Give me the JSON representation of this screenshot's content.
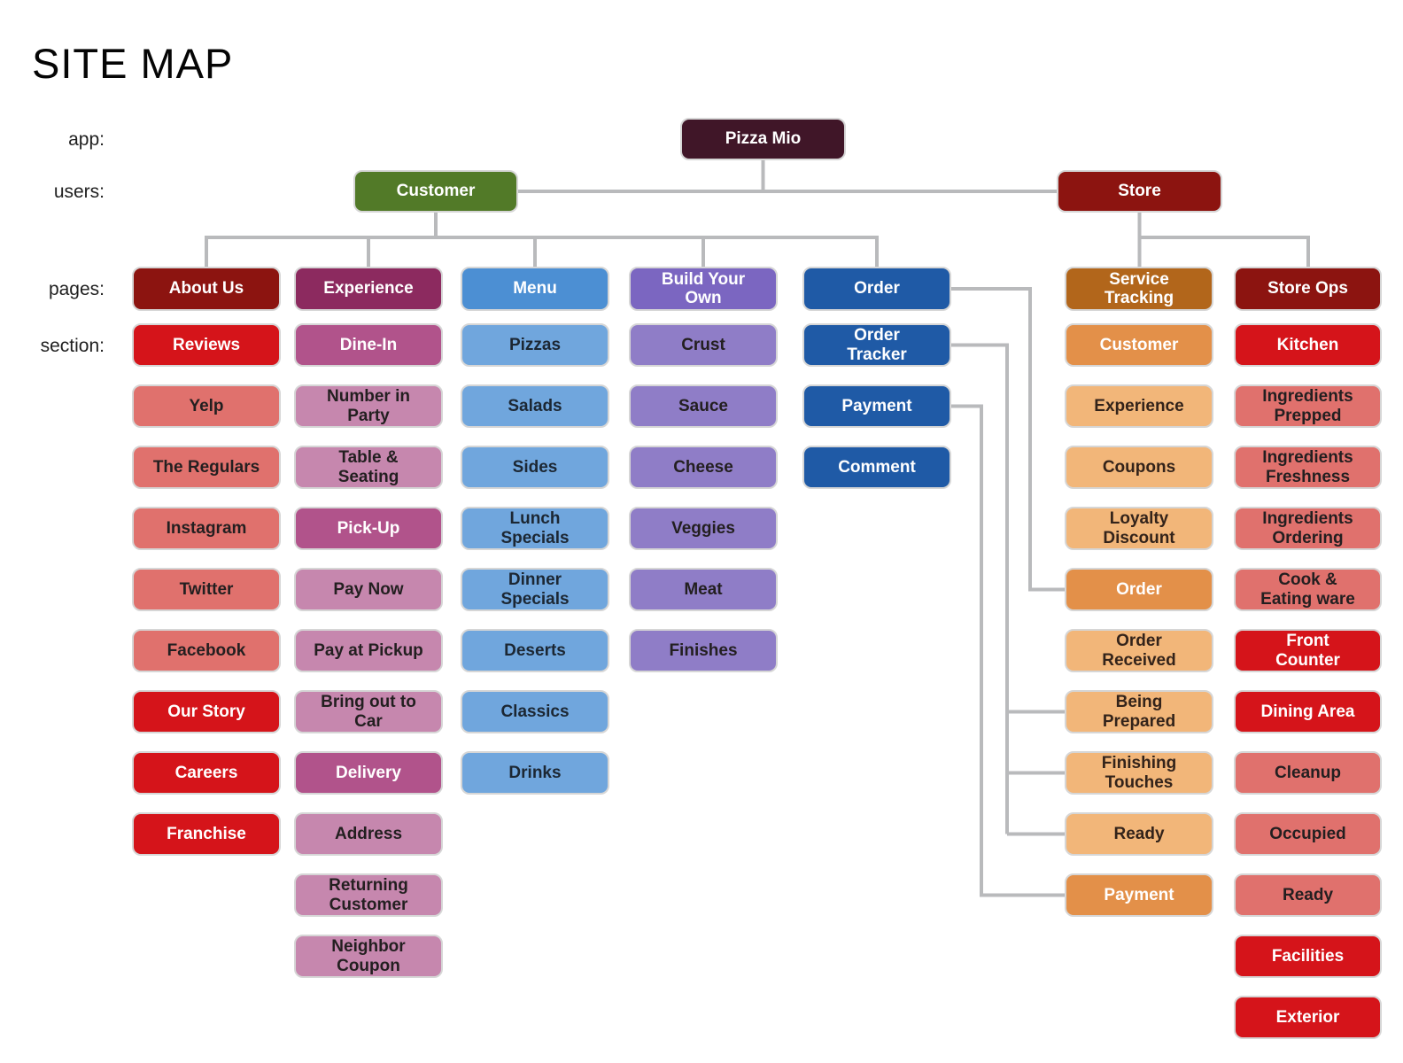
{
  "title": "SITE MAP",
  "rows": [
    {
      "label": "app:"
    },
    {
      "label": "users:"
    },
    {
      "label": "pages:"
    },
    {
      "label": "section:"
    }
  ],
  "app": {
    "label": "Pizza Mio",
    "style": "darkplum"
  },
  "users": [
    {
      "label": "Customer",
      "style": "green"
    },
    {
      "label": "Store",
      "style": "storered"
    }
  ],
  "columns": [
    {
      "page": {
        "label": "About Us",
        "style": "storered"
      },
      "sections": [
        {
          "label": "Reviews",
          "style": "red"
        },
        {
          "label": "Yelp",
          "style": "salmon"
        },
        {
          "label": "The Regulars",
          "style": "salmon"
        },
        {
          "label": "Instagram",
          "style": "salmon"
        },
        {
          "label": "Twitter",
          "style": "salmon"
        },
        {
          "label": "Facebook",
          "style": "salmon"
        },
        {
          "label": "Our Story",
          "style": "red"
        },
        {
          "label": "Careers",
          "style": "red"
        },
        {
          "label": "Franchise",
          "style": "red"
        }
      ]
    },
    {
      "page": {
        "label": "Experience",
        "style": "magenta"
      },
      "sections": [
        {
          "label": "Dine-In",
          "style": "mauve"
        },
        {
          "label": "Number in\nParty",
          "style": "lightmauve"
        },
        {
          "label": "Table &\nSeating",
          "style": "lightmauve"
        },
        {
          "label": "Pick-Up",
          "style": "mauve"
        },
        {
          "label": "Pay Now",
          "style": "lightmauve"
        },
        {
          "label": "Pay at Pickup",
          "style": "lightmauve"
        },
        {
          "label": "Bring out to\nCar",
          "style": "lightmauve"
        },
        {
          "label": "Delivery",
          "style": "mauve"
        },
        {
          "label": "Address",
          "style": "lightmauve"
        },
        {
          "label": "Returning\nCustomer",
          "style": "lightmauve"
        },
        {
          "label": "Neighbor\nCoupon",
          "style": "lightmauve"
        }
      ]
    },
    {
      "page": {
        "label": "Menu",
        "style": "blue"
      },
      "sections": [
        {
          "label": "Pizzas",
          "style": "lightblue"
        },
        {
          "label": "Salads",
          "style": "lightblue"
        },
        {
          "label": "Sides",
          "style": "lightblue"
        },
        {
          "label": "Lunch\nSpecials",
          "style": "lightblue"
        },
        {
          "label": "Dinner\nSpecials",
          "style": "lightblue"
        },
        {
          "label": "Deserts",
          "style": "lightblue"
        },
        {
          "label": "Classics",
          "style": "lightblue"
        },
        {
          "label": "Drinks",
          "style": "lightblue"
        }
      ]
    },
    {
      "page": {
        "label": "Build Your\nOwn",
        "style": "purple"
      },
      "sections": [
        {
          "label": "Crust",
          "style": "lightpurple"
        },
        {
          "label": "Sauce",
          "style": "lightpurple"
        },
        {
          "label": "Cheese",
          "style": "lightpurple"
        },
        {
          "label": "Veggies",
          "style": "lightpurple"
        },
        {
          "label": "Meat",
          "style": "lightpurple"
        },
        {
          "label": "Finishes",
          "style": "lightpurple"
        }
      ]
    },
    {
      "page": {
        "label": "Order",
        "style": "darkblue"
      },
      "sections": [
        {
          "label": "Order\nTracker",
          "style": "darkblue"
        },
        {
          "label": "Payment",
          "style": "darkblue"
        },
        {
          "label": "Comment",
          "style": "darkblue"
        }
      ]
    },
    {
      "page": {
        "label": "Service\nTracking",
        "style": "burntorange"
      },
      "sections": [
        {
          "label": "Customer",
          "style": "orange"
        },
        {
          "label": "Experience",
          "style": "lightorange"
        },
        {
          "label": "Coupons",
          "style": "lightorange"
        },
        {
          "label": "Loyalty\nDiscount",
          "style": "lightorange"
        },
        {
          "label": "Order",
          "style": "orange"
        },
        {
          "label": "Order\nReceived",
          "style": "lightorange"
        },
        {
          "label": "Being\nPrepared",
          "style": "lightorange"
        },
        {
          "label": "Finishing\nTouches",
          "style": "lightorange"
        },
        {
          "label": "Ready",
          "style": "lightorange"
        },
        {
          "label": "Payment",
          "style": "orange"
        }
      ]
    },
    {
      "page": {
        "label": "Store Ops",
        "style": "storered"
      },
      "sections": [
        {
          "label": "Kitchen",
          "style": "red"
        },
        {
          "label": "Ingredients\nPrepped",
          "style": "salmon"
        },
        {
          "label": "Ingredients\nFreshness",
          "style": "salmon"
        },
        {
          "label": "Ingredients\nOrdering",
          "style": "salmon"
        },
        {
          "label": "Cook &\nEating ware",
          "style": "salmon"
        },
        {
          "label": "Front\nCounter",
          "style": "red"
        },
        {
          "label": "Dining Area",
          "style": "red"
        },
        {
          "label": "Cleanup",
          "style": "salmon"
        },
        {
          "label": "Occupied",
          "style": "salmon"
        },
        {
          "label": "Ready",
          "style": "salmon"
        },
        {
          "label": "Facilities",
          "style": "red"
        },
        {
          "label": "Exterior",
          "style": "red"
        }
      ]
    }
  ],
  "palette": {
    "darkplum": {
      "bg": "#401628",
      "fg": "#ffffff"
    },
    "green": {
      "bg": "#527a28",
      "fg": "#ffffff"
    },
    "storered": {
      "bg": "#8c1410",
      "fg": "#ffffff"
    },
    "red": {
      "bg": "#d5141a",
      "fg": "#ffffff"
    },
    "salmon": {
      "bg": "#e0716d",
      "fg": "#231f20"
    },
    "magenta": {
      "bg": "#8c2a5f",
      "fg": "#ffffff"
    },
    "mauve": {
      "bg": "#b1538b",
      "fg": "#ffffff"
    },
    "lightmauve": {
      "bg": "#c687ae",
      "fg": "#231f20"
    },
    "blue": {
      "bg": "#4c8fd3",
      "fg": "#ffffff"
    },
    "lightblue": {
      "bg": "#70a6dd",
      "fg": "#1c2733"
    },
    "purple": {
      "bg": "#7b66c1",
      "fg": "#ffffff"
    },
    "lightpurple": {
      "bg": "#8f7dc7",
      "fg": "#231f20"
    },
    "darkblue": {
      "bg": "#1f5aa6",
      "fg": "#ffffff"
    },
    "burntorange": {
      "bg": "#b2661b",
      "fg": "#ffffff"
    },
    "orange": {
      "bg": "#e39049",
      "fg": "#ffffff"
    },
    "lightorange": {
      "bg": "#f2b679",
      "fg": "#33231a"
    }
  },
  "colors": {
    "connector": "#b9babc",
    "background": "#ffffff",
    "title_text": "#050505"
  }
}
